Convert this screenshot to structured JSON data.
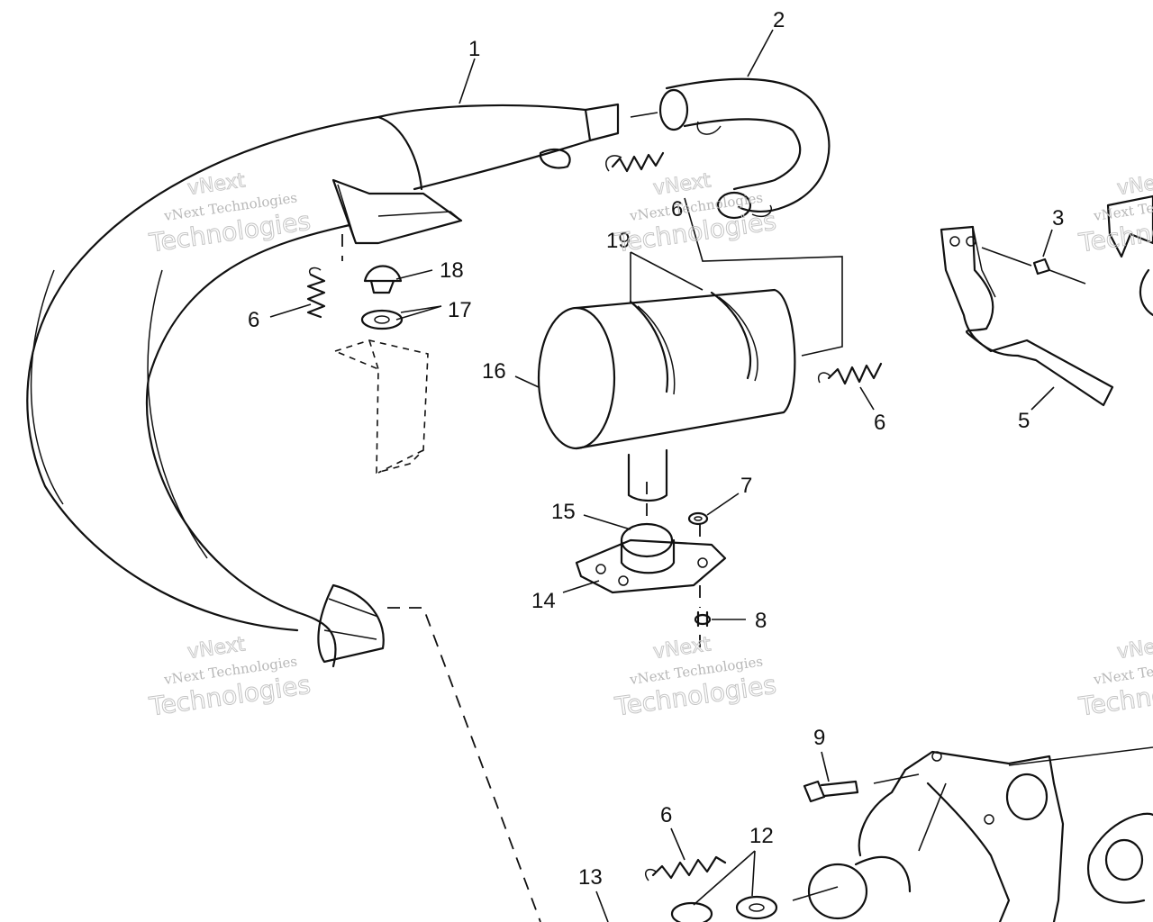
{
  "callouts": {
    "c1": "1",
    "c2": "2",
    "c3": "3",
    "c5": "5",
    "c6a": "6",
    "c6b": "6",
    "c6c": "6",
    "c6d": "6",
    "c7": "7",
    "c8": "8",
    "c9": "9",
    "c12": "12",
    "c13": "13",
    "c14": "14",
    "c15": "15",
    "c16": "16",
    "c17": "17",
    "c18": "18",
    "c19": "19"
  },
  "watermark": {
    "line1": "vNext Technologies",
    "line2": "Technologies",
    "line3": "vNext"
  },
  "colors": {
    "ink": "#111111",
    "watermark": "#c4c4c4",
    "background": "#ffffff"
  }
}
